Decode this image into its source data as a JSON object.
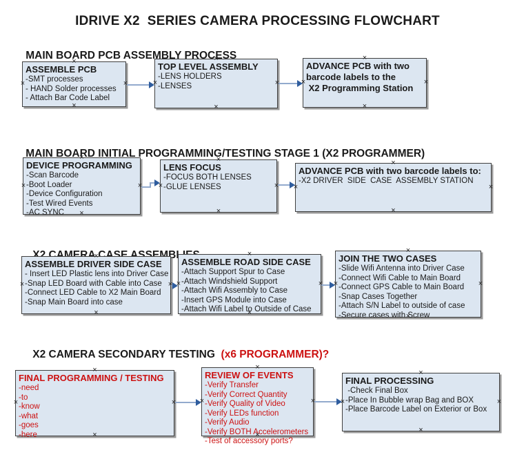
{
  "title": "IDRIVE X2  SERIES CAMERA PROCESSING FLOWCHART",
  "colors": {
    "box_fill": "#dce6f1",
    "box_border": "#3f3f3f",
    "red": "#cc1111",
    "arrow_line": "#92aacd",
    "arrow_head": "#2f5d9e"
  },
  "sections": [
    {
      "heading": "MAIN BOARD PCB ASSEMBLY PROCESS",
      "heading_red": "",
      "boxes": [
        {
          "title": "ASSEMBLE PCB",
          "items": [
            "-SMT processes",
            "- HAND Solder processes",
            "- Attach Bar Code Label"
          ]
        },
        {
          "title": "TOP LEVEL ASSEMBLY",
          "items": [
            "-LENS HOLDERS",
            "-LENSES"
          ]
        },
        {
          "title": "ADVANCE PCB with two",
          "items": [
            "barcode labels to the",
            " X2 Programming Station"
          ],
          "bold_items": true
        }
      ]
    },
    {
      "heading": "MAIN BOARD INITIAL PROGRAMMING/TESTING STAGE 1 (X2 PROGRAMMER)",
      "heading_red": "",
      "boxes": [
        {
          "title": "DEVICE PROGRAMMING",
          "items": [
            "-Scan Barcode",
            "-Boot Loader",
            "-Device Configuration",
            "-Test Wired Events",
            "-AC SYNC"
          ]
        },
        {
          "title": "LENS FOCUS",
          "items": [
            "-FOCUS BOTH LENSES",
            "-GLUE LENSES"
          ]
        },
        {
          "title": "ADVANCE PCB with two barcode labels to:",
          "items": [
            "-X2 DRIVER  SIDE  CASE  ASSEMBLY STATION"
          ]
        }
      ]
    },
    {
      "heading": "X2 CAMERA CASE ASSEMBLIES",
      "heading_red": "",
      "boxes": [
        {
          "title": "ASSEMBLE DRIVER SIDE CASE",
          "items": [
            "- Insert LED Plastic lens into Driver Case",
            "-Snap LED Board with Cable into Case",
            "-Connect LED Cable to X2 Main Board",
            "-Snap Main Board into case"
          ]
        },
        {
          "title": "ASSEMBLE ROAD SIDE CASE",
          "items": [
            "-Attach Support Spur to Case",
            "-Attach Windshield Support",
            "-Attach Wifi Assembly to Case",
            "-Insert GPS Module into Case",
            "-Attach Wifi Label to Outside of Case"
          ]
        },
        {
          "title": "JOIN THE TWO CASES",
          "items": [
            "-Slide Wifi Antenna into Driver Case",
            "-Connect Wifi Cable to Main Board",
            "-Connect GPS Cable to Main Board",
            "-Snap Cases Together",
            "-Attach S/N Label to outside of case",
            "-Secure cases with Screw"
          ]
        }
      ]
    },
    {
      "heading": "X2 CAMERA SECONDARY TESTING ",
      "heading_red": " (x6 PROGRAMMER)?",
      "boxes": [
        {
          "title": "FINAL PROGRAMMING / TESTING",
          "items": [
            "-need",
            "-to",
            "-know",
            "-what",
            "-goes",
            "-here"
          ],
          "text_color": "#cc1111"
        },
        {
          "title": "REVIEW OF EVENTS",
          "items": [
            "-Verify Transfer",
            "-Verify Correct Quantity",
            "-Verify Quality of Video",
            "-Verify LEDs function",
            "-Verify Audio",
            "-Verify BOTH Accelerometers",
            "-Test of accessory ports?"
          ],
          "text_color": "#cc1111"
        },
        {
          "title": "FINAL PROCESSING",
          "items": [
            " -Check Final Box",
            "-Place In Bubble wrap Bag and BOX",
            "-Place Barcode Label on Exterior or Box"
          ]
        }
      ]
    }
  ]
}
